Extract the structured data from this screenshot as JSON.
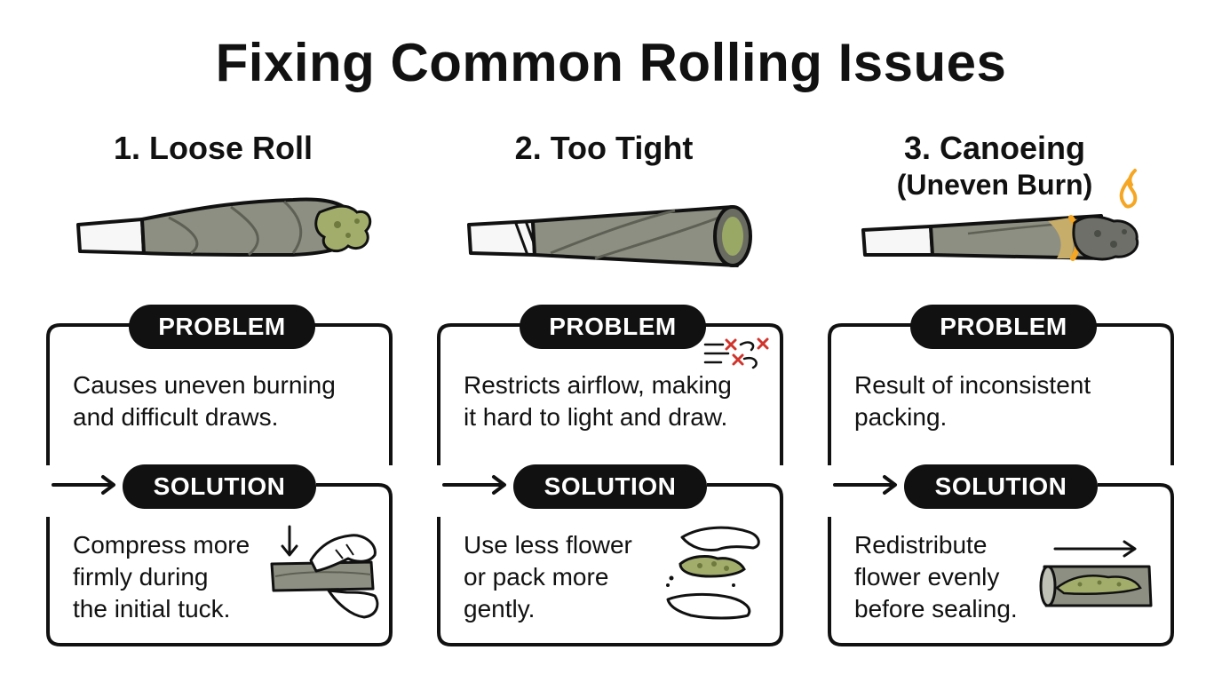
{
  "title": "Fixing Common Rolling Issues",
  "colors": {
    "ink": "#111111",
    "paper_gray": "#8d8f82",
    "flower_green": "#8a9a5b",
    "flame_orange": "#f5a623",
    "x_red": "#d0342c"
  },
  "columns": [
    {
      "heading": "1. Loose Roll",
      "subheading": "",
      "problem_label": "PROBLEM",
      "problem_text": [
        "Causes uneven burning",
        "and difficult draws."
      ],
      "solution_label": "SOLUTION",
      "solution_text": [
        "Compress more",
        "firmly during",
        "the initial tuck."
      ],
      "icons": [
        "loose-joint-icon",
        "hands-tucking-icon",
        "arrow-down-icon"
      ]
    },
    {
      "heading": "2. Too Tight",
      "subheading": "",
      "problem_label": "PROBLEM",
      "problem_text": [
        "Restricts airflow, making",
        "it hard to light and draw."
      ],
      "solution_label": "SOLUTION",
      "solution_text": [
        "Use less flower",
        "or pack more",
        "gently."
      ],
      "icons": [
        "tight-joint-icon",
        "blocked-airflow-icon",
        "hands-flower-icon"
      ]
    },
    {
      "heading": "3. Canoeing",
      "subheading": "(Uneven Burn)",
      "problem_label": "PROBLEM",
      "problem_text": [
        "Result of inconsistent",
        "packing."
      ],
      "solution_label": "SOLUTION",
      "solution_text": [
        "Redistribute",
        "flower evenly",
        "before sealing."
      ],
      "icons": [
        "canoeing-joint-icon",
        "flame-icon",
        "rolling-paper-icon",
        "arrow-right-icon"
      ]
    }
  ]
}
